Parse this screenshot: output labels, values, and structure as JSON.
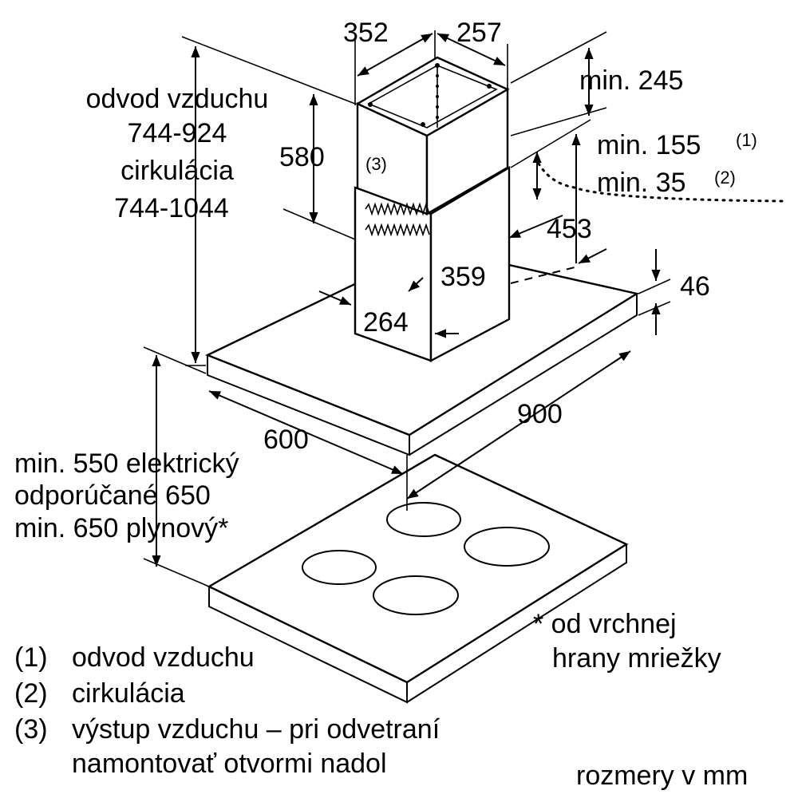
{
  "labels": {
    "exhaust_title": "odvod vzduchu",
    "exhaust_range": "744-924",
    "recirc_title": "cirkulácia",
    "recirc_range": "744-1044",
    "min_line1": "min. 550 elektrický",
    "min_line2": "odporúčané 650",
    "min_line3": "min. 650 plynový*",
    "note_line1": "* od vrchnej",
    "note_line2": "hrany mriežky",
    "units": "rozmery v mm"
  },
  "dimensions": {
    "d352": "352",
    "d257": "257",
    "min245": "min. 245",
    "d580": "580",
    "min155": "min. 155",
    "min155_ref": "(1)",
    "min35": "min. 35",
    "min35_ref": "(2)",
    "ref3": "(3)",
    "d453": "453",
    "d359": "359",
    "d46": "46",
    "d264": "264",
    "d900": "900",
    "d600": "600"
  },
  "legend": [
    {
      "num": "(1)",
      "text": "odvod vzduchu"
    },
    {
      "num": "(2)",
      "text": "cirkulácia"
    },
    {
      "num": "(3)",
      "text": "výstup vzduchu – pri odvetraní"
    },
    {
      "num": "",
      "text": "namontovať otvormi nadol"
    }
  ]
}
